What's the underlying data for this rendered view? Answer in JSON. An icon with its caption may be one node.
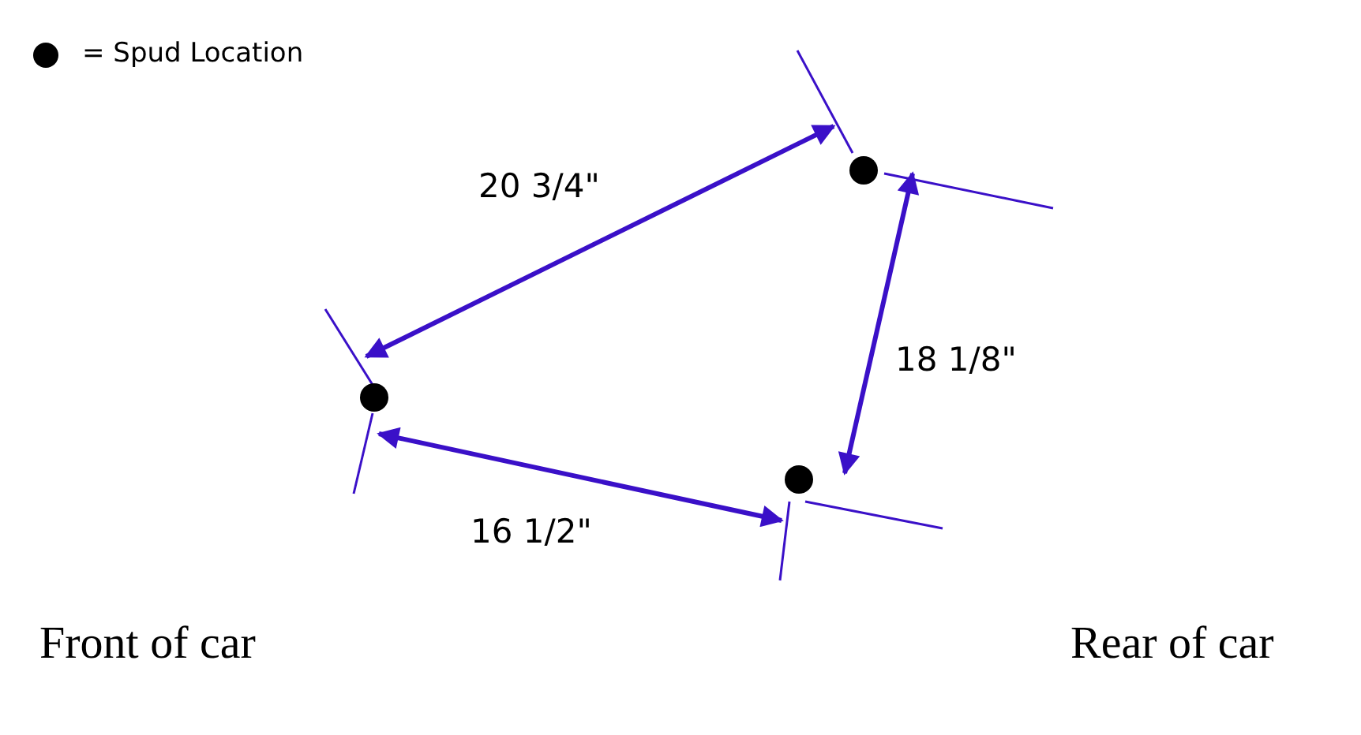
{
  "diagram": {
    "labels": [
      "20 3/4\"",
      "18 1/8\"",
      "16 1/2\"",
      "Front of car",
      "Rear of car"
    ],
    "legend": [
      {
        "text": "= Spud Location"
      }
    ]
  }
}
